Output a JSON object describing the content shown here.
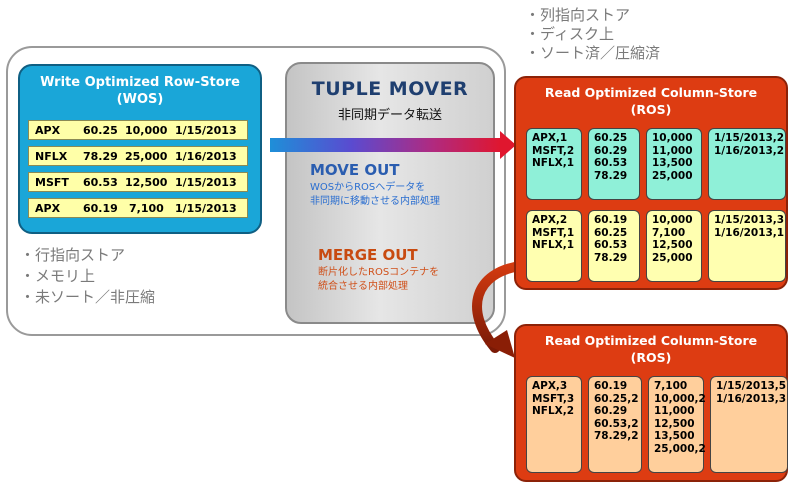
{
  "notes_top": [
    "・列指向ストア",
    "・ディスク上",
    "・ソート済／圧縮済"
  ],
  "notes_left": [
    "・行指向ストア",
    "・メモリ上",
    "・未ソート／非圧縮"
  ],
  "wos": {
    "title_line1": "Write Optimized Row-Store",
    "title_line2": "(WOS)",
    "rows": [
      [
        "APX",
        "60.25",
        "10,000",
        "1/15/2013"
      ],
      [
        "NFLX",
        "78.29",
        "25,000",
        "1/16/2013"
      ],
      [
        "MSFT",
        "60.53",
        "12,500",
        "1/15/2013"
      ],
      [
        "APX",
        "60.19",
        "7,100",
        "1/15/2013"
      ]
    ]
  },
  "tuple_mover": {
    "title": "TUPLE MOVER",
    "subtitle": "非同期データ転送",
    "move_out": {
      "heading": "MOVE OUT",
      "line1": "WOSからROSへデータを",
      "line2": "非同期に移動させる内部処理"
    },
    "merge_out": {
      "heading": "MERGE OUT",
      "line1": "断片化したROSコンテナを",
      "line2": "統合させる内部処理"
    }
  },
  "ros_top": {
    "title_line1": "Read Optimized Column-Store",
    "title_line2": "(ROS)",
    "container1": [
      "APX,1\nMSFT,2\nNFLX,1",
      "60.25\n60.29\n60.53\n78.29",
      "10,000\n11,000\n13,500\n25,000",
      "1/15/2013,2\n1/16/2013,2"
    ],
    "container2": [
      "APX,2\nMSFT,1\nNFLX,1",
      "60.19\n60.25\n60.53\n78.29",
      "10,000\n7,100\n12,500\n25,000",
      "1/15/2013,3\n1/16/2013,1"
    ]
  },
  "ros_bottom": {
    "title_line1": "Read Optimized Column-Store",
    "title_line2": "(ROS)",
    "container": [
      "APX,3\nMSFT,3\nNFLX,2",
      "60.19\n60.25,2\n60.29\n60.53,2\n78.29,2",
      "7,100\n10,000,2\n11,000\n12,500\n13,500\n25,000,2",
      "1/15/2013,5\n1/16/2013,3"
    ]
  },
  "colors": {
    "wos_fill": "#1aa6d8",
    "ros_fill": "#dd3c12",
    "row_fill": "#ffffa8",
    "teal_cell": "#8ff0d8",
    "peach_cell": "#ffcf9c"
  }
}
